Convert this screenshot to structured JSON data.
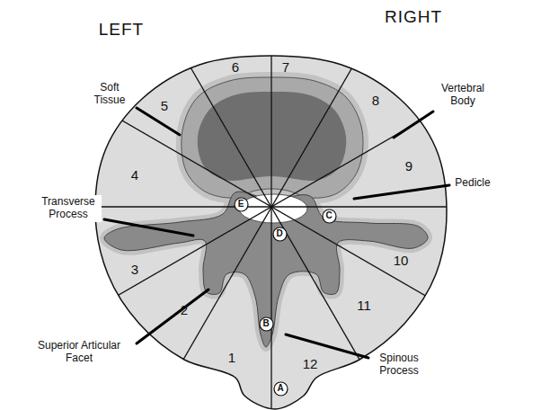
{
  "diagram": {
    "nodes": [
      {
        "text": [
          "E"
        ]
      },
      {
        "text": [
          "C"
        ]
      },
      {
        "text": [
          "D"
        ]
      },
      {
        "text": [
          "B"
        ]
      },
      {
        "text": [
          "A"
        ]
      }
    ],
    "labels": [
      "LEFT",
      "RIGHT",
      "Soft Tissue",
      "Vertebral Body",
      "Pedicle",
      "Transverse Process",
      "Superior Articular Facet",
      "Spinous Process",
      "1",
      "2",
      "3",
      "4",
      "5",
      "6",
      "7",
      "8",
      "9",
      "10",
      "11",
      "12"
    ]
  }
}
